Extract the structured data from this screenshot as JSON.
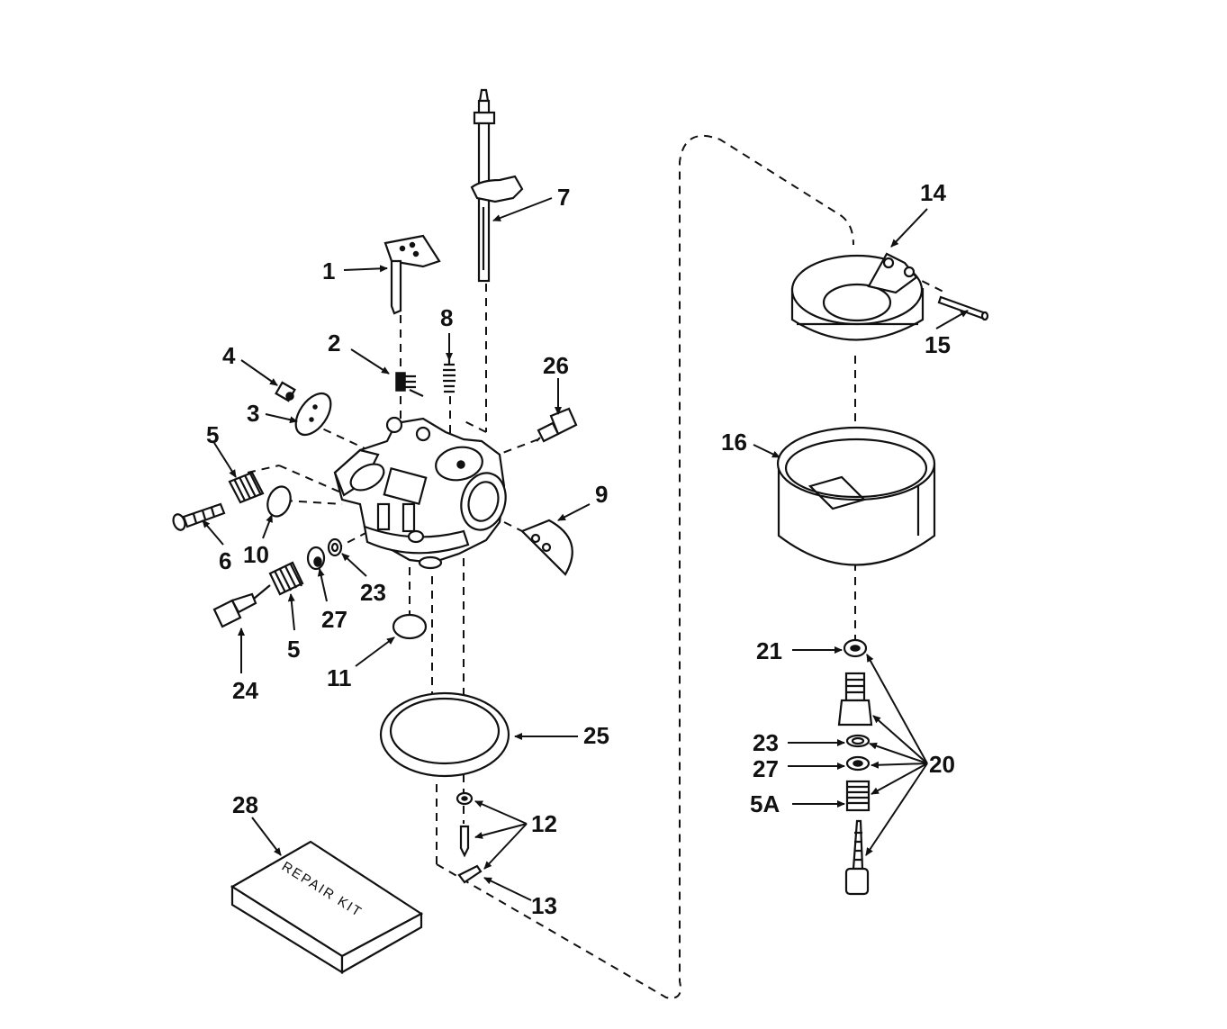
{
  "callouts": {
    "c1": "1",
    "c2": "2",
    "c3": "3",
    "c4": "4",
    "c5a": "5",
    "c5b": "5",
    "c5A": "5A",
    "c6": "6",
    "c7": "7",
    "c8": "8",
    "c9": "9",
    "c10": "10",
    "c11": "11",
    "c12": "12",
    "c13": "13",
    "c14": "14",
    "c15": "15",
    "c16": "16",
    "c20": "20",
    "c21": "21",
    "c23a": "23",
    "c23b": "23",
    "c24": "24",
    "c25": "25",
    "c26": "26",
    "c27a": "27",
    "c27b": "27",
    "c28": "28"
  },
  "repair_kit_label": "REPAIR KIT"
}
